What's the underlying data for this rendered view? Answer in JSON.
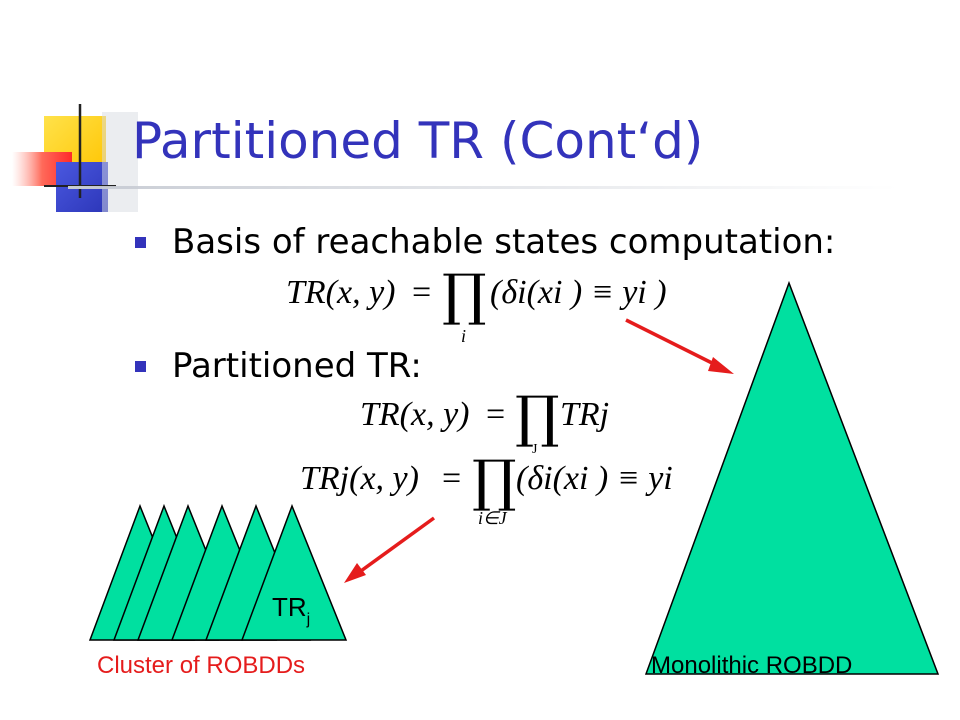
{
  "slide": {
    "title": "Partitioned TR (Cont‘d)",
    "bullets": [
      "Basis of reachable states computation:",
      "Partitioned TR:"
    ],
    "formula1": {
      "lhs": "TR(x, y)",
      "eq": "=",
      "prod_index": "i",
      "rhs": "(δi(xi ) ≡ yi )"
    },
    "formula2": {
      "lhs": "TR(x, y)",
      "eq": "=",
      "prod_index": "J",
      "rhs": "TRj"
    },
    "formula3": {
      "lhs": "TRj(x, y)",
      "eq": "=",
      "prod_index": "i∈J",
      "rhs": "(δi(xi ) ≡ yi"
    },
    "cluster_label": "Cluster of ROBDDs",
    "monolithic_label": "Monolithic ROBDD",
    "trj_label": "TR",
    "trj_sub": "j"
  },
  "colors": {
    "title": "#3333bb",
    "bullet": "#3333bb",
    "triangle_fill": "#00e0a0",
    "arrow": "#e51c1c",
    "red_label": "#e51c1c"
  }
}
